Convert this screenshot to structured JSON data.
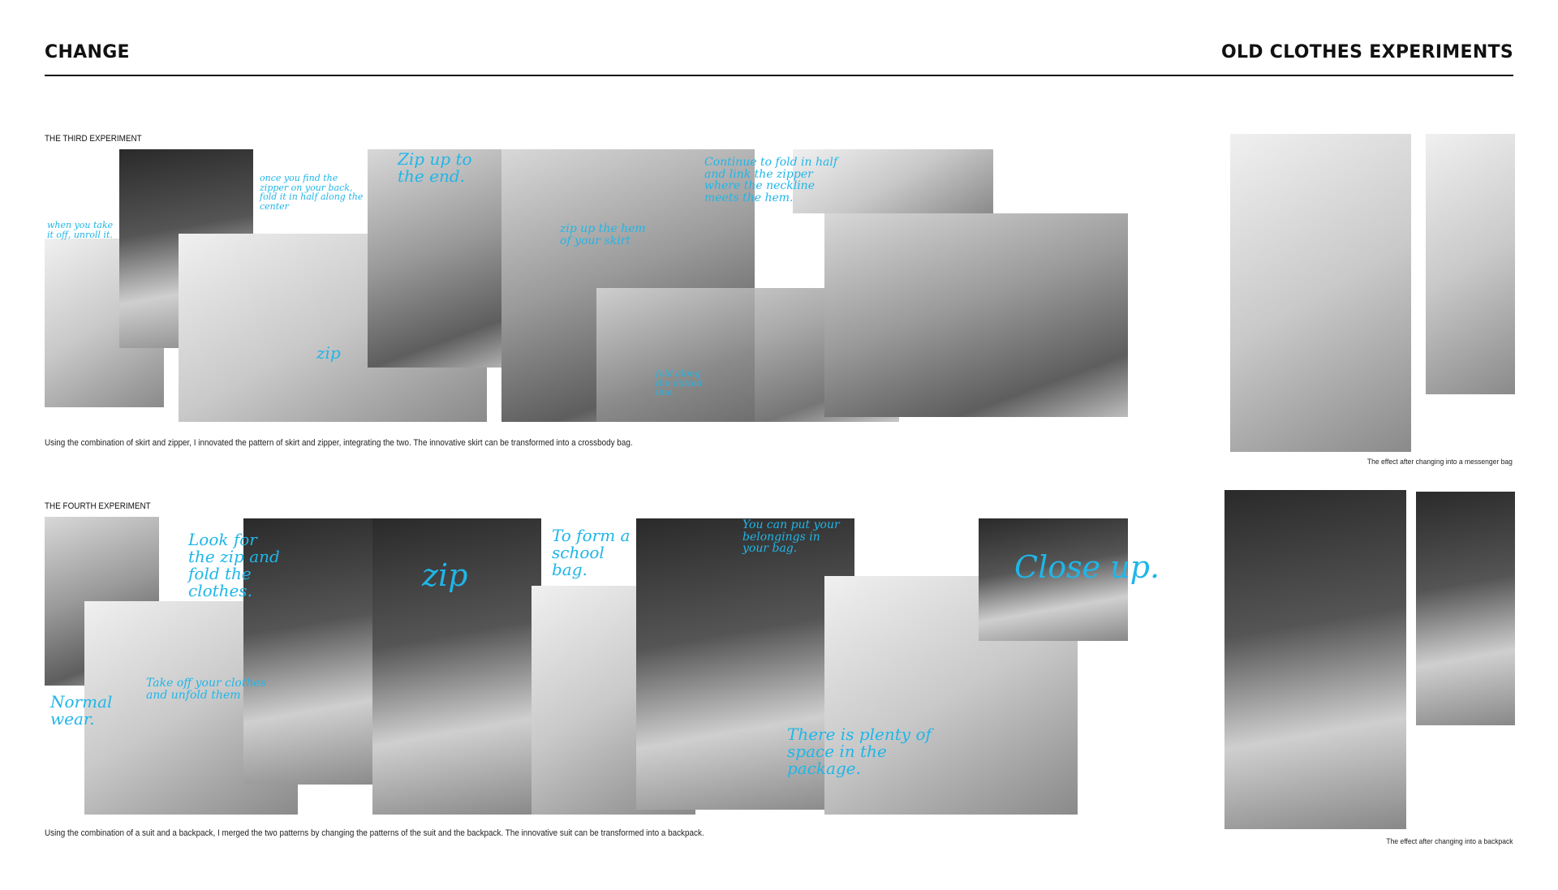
{
  "header": {
    "left_title": "CHANGE",
    "right_title": "OLD CLOTHES EXPERIMENTS"
  },
  "third": {
    "label": "THE THIRD EXPERIMENT",
    "caption": "Using the combination of skirt and zipper, I innovated the pattern of skirt and zipper, integrating the two. The innovative skirt can be transformed into a crossbody bag.",
    "effect_caption": "The effect after changing into a messenger bag",
    "notes": [
      "when you take it off, unroll it.",
      "once you find the zipper on your back, fold it in half along the center",
      "Zip up to the end.",
      "zip",
      "zip up the hem of your skirt",
      "Continue to fold in half and link the zipper where the neckline meets the hem.",
      "fold along the dotted line."
    ]
  },
  "fourth": {
    "label": "THE FOURTH EXPERIMENT",
    "caption": "Using the combination of a suit and a backpack, I merged the two patterns by changing the patterns of the suit and the backpack. The innovative suit can be transformed into a backpack.",
    "effect_caption": "The effect after changing into a backpack",
    "notes": [
      "Look for the zip and fold the clothes.",
      "Normal wear.",
      "Take off your clothes and unfold them",
      "zip",
      "To form a school bag.",
      "You can put your belongings in your bag.",
      "Close up.",
      "There is plenty of space in the package."
    ]
  },
  "colors": {
    "annotation": "#1fb6e8",
    "text": "#111111"
  }
}
